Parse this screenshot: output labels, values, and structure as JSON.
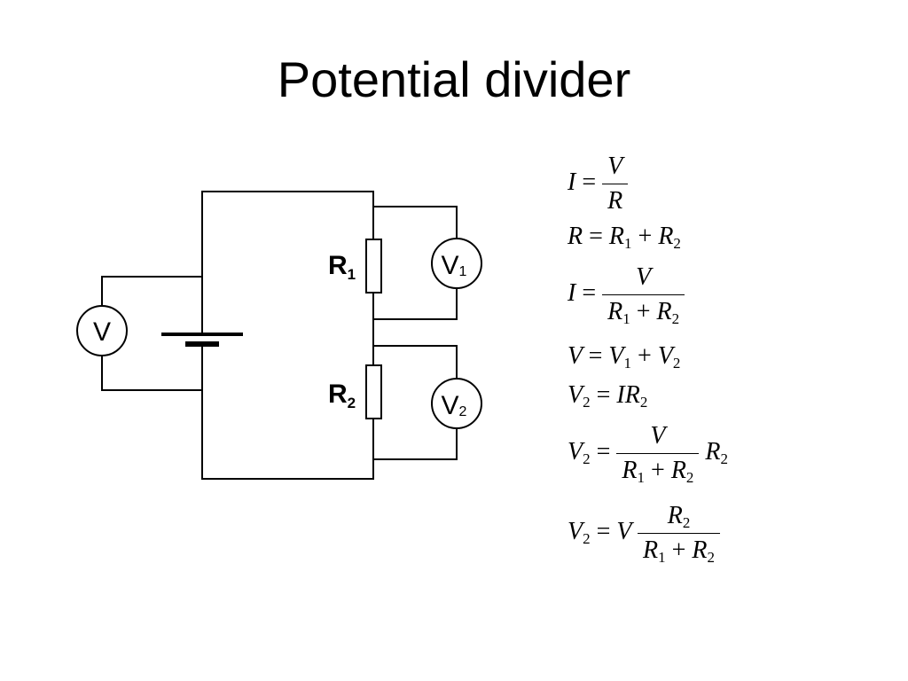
{
  "title": "Potential divider",
  "circuit": {
    "r1_label": "R",
    "r1_sub": "1",
    "r2_label": "R",
    "r2_sub": "2",
    "vm_main": "V",
    "vm1_letter": "V",
    "vm1_sub": "1",
    "vm2_letter": "V",
    "vm2_sub": "2"
  },
  "equations": {
    "eq1": {
      "lhs": "I",
      "eq": "=",
      "num": "V",
      "den": "R"
    },
    "eq2": {
      "a": "R",
      "eq": "=",
      "b": "R",
      "b_sub": "1",
      "plus": "+",
      "c": "R",
      "c_sub": "2"
    },
    "eq3": {
      "lhs": "I",
      "eq": "=",
      "num": "V",
      "den_a": "R",
      "den_a_sub": "1",
      "plus": "+",
      "den_b": "R",
      "den_b_sub": "2"
    },
    "eq4": {
      "a": "V",
      "eq": "=",
      "b": "V",
      "b_sub": "1",
      "plus": "+",
      "c": "V",
      "c_sub": "2"
    },
    "eq5": {
      "a": "V",
      "a_sub": "2",
      "eq": "=",
      "b": "IR",
      "b_sub": "2"
    },
    "eq6": {
      "lhs": "V",
      "lhs_sub": "2",
      "eq": "=",
      "num": "V",
      "den_a": "R",
      "den_a_sub": "1",
      "plus": "+",
      "den_b": "R",
      "den_b_sub": "2",
      "rhs": "R",
      "rhs_sub": "2"
    },
    "eq7": {
      "lhs": "V",
      "lhs_sub": "2",
      "eq": "=",
      "mid": "V",
      "num": "R",
      "num_sub": "2",
      "den_a": "R",
      "den_a_sub": "1",
      "plus": "+",
      "den_b": "R",
      "den_b_sub": "2"
    }
  }
}
